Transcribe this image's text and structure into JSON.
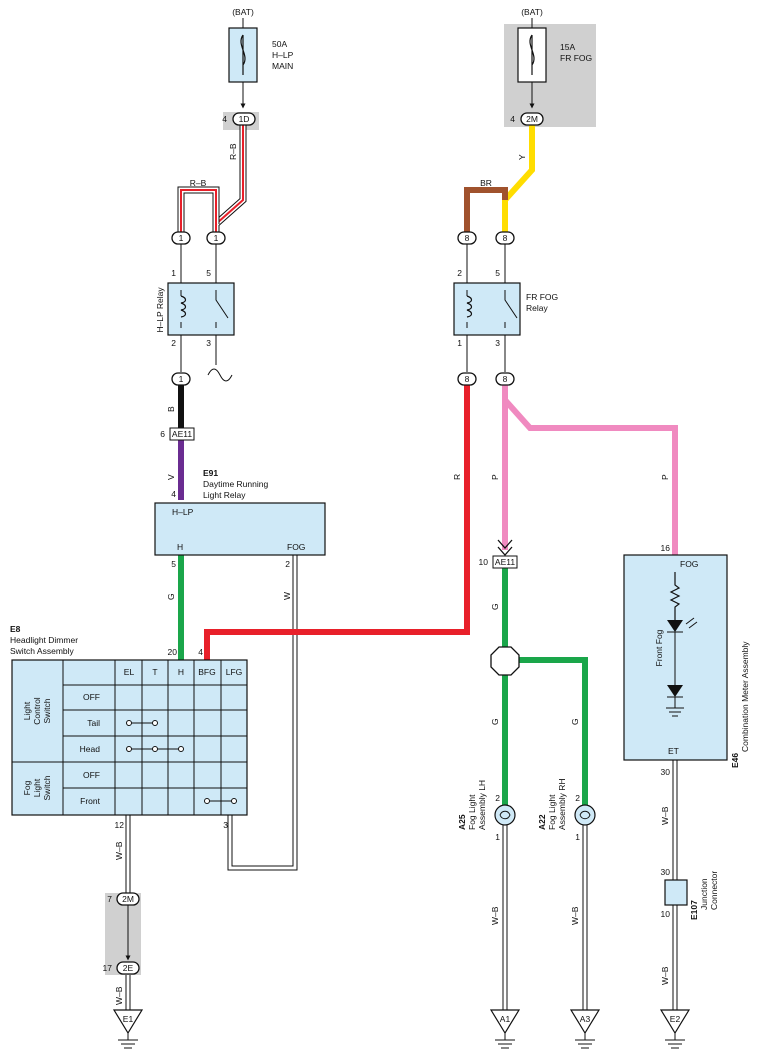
{
  "power": {
    "left": "(BAT)",
    "right": "(BAT)"
  },
  "fuses": {
    "hlp": {
      "line1": "50A",
      "line2": "H–LP",
      "line3": "MAIN"
    },
    "fog": {
      "line1": "15A",
      "line2": "FR FOG"
    }
  },
  "connectors": {
    "c1d": "1D",
    "c2m_top": "2M",
    "c1": "1",
    "c8": "8",
    "ae11": "AE11",
    "c2m_bot": "2M",
    "c2e": "2E"
  },
  "pins": {
    "p4": "4",
    "p1": "1",
    "p5": "5",
    "p2": "2",
    "p3": "3",
    "p6": "6",
    "p20": "20",
    "p12": "12",
    "p10": "10",
    "p16": "16",
    "p30": "30",
    "p7": "7",
    "p17": "17"
  },
  "wires": {
    "rb": "R–B",
    "y": "Y",
    "br": "BR",
    "b": "B",
    "v": "V",
    "g": "G",
    "w": "W",
    "r": "R",
    "p": "P",
    "wb": "W–B"
  },
  "components": {
    "hlp_relay": "H–LP Relay",
    "fog_relay": {
      "line1": "FR FOG",
      "line2": "Relay"
    },
    "e91": {
      "code": "E91",
      "line1": "Daytime Running",
      "line2": "Light Relay",
      "pin_hlp": "H–LP",
      "pin_h": "H",
      "pin_fog": "FOG"
    },
    "e8": {
      "code": "E8",
      "line1": "Headlight Dimmer",
      "line2": "Switch Assembly"
    },
    "e46": {
      "code": "E46",
      "name": "Combination Meter Assembly",
      "pin_fog": "FOG",
      "pin_et": "ET",
      "lamp": "Front Fog"
    },
    "a25": {
      "code": "A25",
      "line1": "Fog Light",
      "line2": "Assembly LH"
    },
    "a22": {
      "code": "A22",
      "line1": "Fog Light",
      "line2": "Assembly RH"
    },
    "e107": {
      "code": "E107",
      "line1": "Junction",
      "line2": "Connector"
    }
  },
  "switch_table": {
    "columns": [
      "EL",
      "T",
      "H",
      "BFG",
      "LFG"
    ],
    "group1": {
      "line1": "Light",
      "line2": "Control",
      "line3": "Switch",
      "rows": [
        "OFF",
        "Tail",
        "Head"
      ]
    },
    "group2": {
      "line1": "Fog",
      "line2": "Light",
      "line3": "Switch",
      "rows": [
        "OFF",
        "Front"
      ]
    }
  },
  "grounds": {
    "e1": "E1",
    "a1": "A1",
    "a3": "A3",
    "e2": "E2"
  },
  "colors": {
    "red": "#e8202a",
    "yellow": "#ffdd00",
    "brown": "#a0522d",
    "black": "#111111",
    "purple": "#6a2c91",
    "green": "#1aa64a",
    "pink": "#f08ac0",
    "white": "#ffffff",
    "box": "#cfe9f7",
    "gray": "#d0d0d0"
  }
}
